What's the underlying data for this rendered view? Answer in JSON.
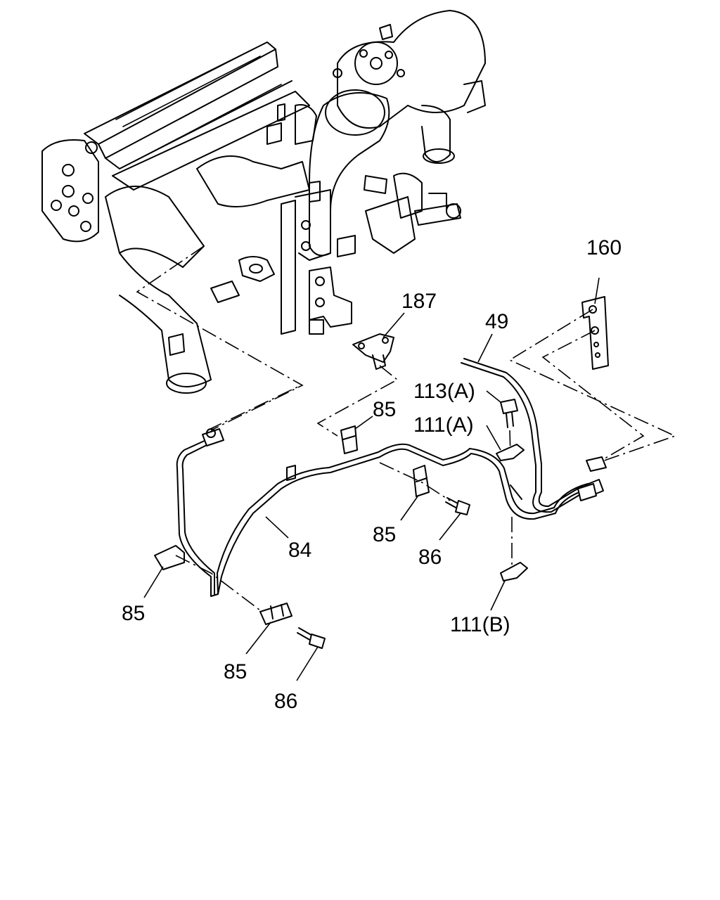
{
  "labels": {
    "p160": "160",
    "p187": "187",
    "p49": "49",
    "p113a": "113(A)",
    "p111a": "111(A)",
    "p85a": "85",
    "p85b": "85",
    "p85c": "85",
    "p85d": "85",
    "p84": "84",
    "p86a": "86",
    "p86b": "86",
    "p111b": "111(B)"
  },
  "colors": {
    "ink": "#000000",
    "paper": "#ffffff"
  }
}
